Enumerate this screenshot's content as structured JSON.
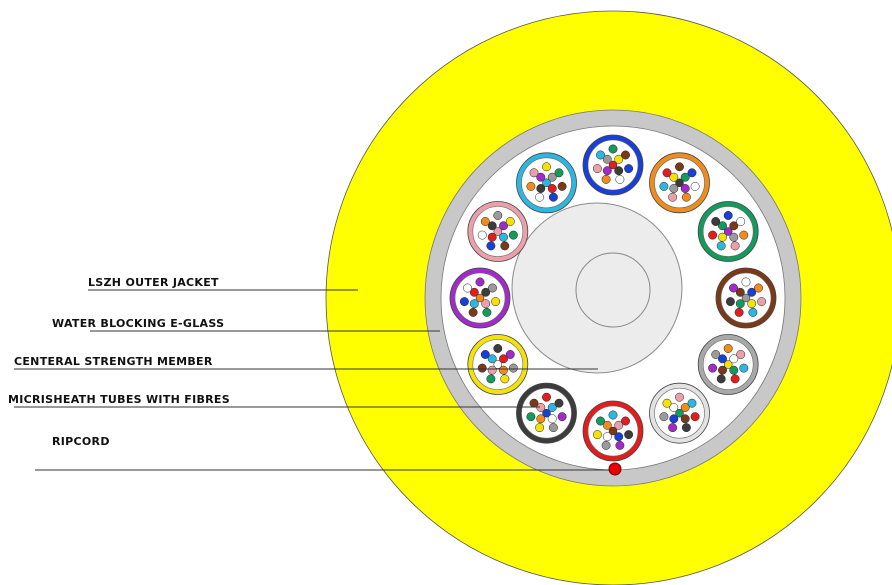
{
  "labels": {
    "outer_jacket": "LSZH OUTER JACKET",
    "water_blocking": "WATER BLOCKING E-GLASS",
    "strength_member": "CENTERAL STRENGTH MEMBER",
    "tubes": "MICRISHEATH TUBES WITH FIBRES",
    "ripcord": "RIPCORD"
  },
  "colors": {
    "jacket": "#ffff00",
    "glass_layer": "#c8c8c8",
    "tube_filler": "#ffffff",
    "strength_member": "#f0f0f0",
    "ripcord": "#e60000",
    "leader_line": "#333333"
  },
  "tubes": [
    {
      "name": "blue",
      "color": "#1a3fd6"
    },
    {
      "name": "orange",
      "color": "#f08c1e"
    },
    {
      "name": "green",
      "color": "#139a5c"
    },
    {
      "name": "brown",
      "color": "#7a3a1a"
    },
    {
      "name": "slate",
      "color": "#a8a8a8"
    },
    {
      "name": "white",
      "color": "#e2e2e2"
    },
    {
      "name": "red",
      "color": "#e01e1e"
    },
    {
      "name": "black",
      "color": "#3c3c3c"
    },
    {
      "name": "yellow",
      "color": "#f2e20a"
    },
    {
      "name": "violet",
      "color": "#a02cc8"
    },
    {
      "name": "rose",
      "color": "#eaa0a8"
    },
    {
      "name": "aqua",
      "color": "#2eb6e0"
    }
  ],
  "fibre_colors": [
    "#e01e1e",
    "#3c3c3c",
    "#a02cc8",
    "#9a9a9a",
    "#f2e20a",
    "#139a5c",
    "#7a3a1a",
    "#1a3fd6",
    "#ffffff",
    "#f08c1e",
    "#eaa0a8",
    "#2eb6e0"
  ]
}
